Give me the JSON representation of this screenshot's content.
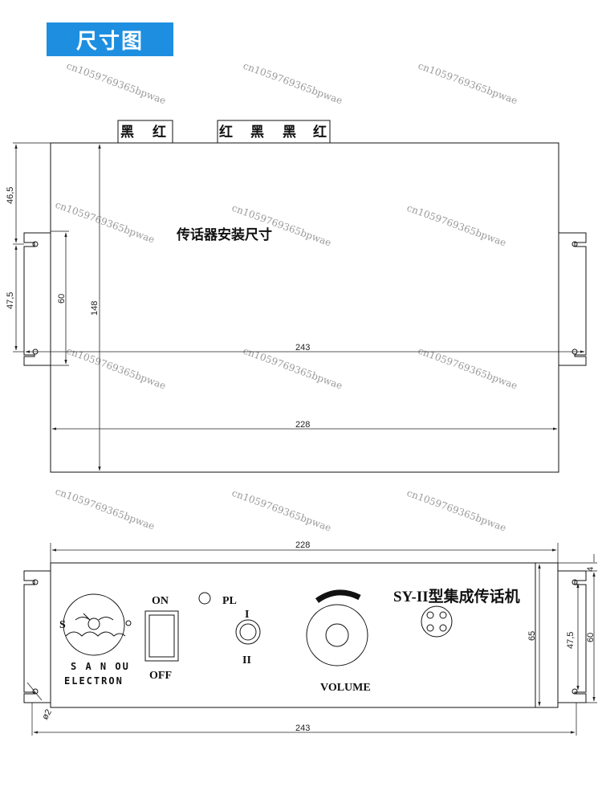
{
  "header": {
    "title": "尺寸图"
  },
  "watermark": "cn1059769365bpwae",
  "top_view": {
    "connectors_left": [
      "黑",
      "红"
    ],
    "connectors_right": [
      "红",
      "黑",
      "黑",
      "红"
    ],
    "label": "传话器安装尺寸",
    "dims": {
      "top_offset": "46,5",
      "slot_spacing": "47,5",
      "inner_height": "60",
      "height": "148",
      "overall_width": "243",
      "body_width": "228"
    }
  },
  "front_view": {
    "dims": {
      "body_width": "228",
      "overall_width": "243",
      "height": "65",
      "slot_spacing": "47,5",
      "mount_height": "60",
      "top_margin": "4",
      "hole": "ø2"
    },
    "switch_on": "ON",
    "switch_off": "OFF",
    "pilot_lamp": "PL",
    "channel_1": "I",
    "channel_2": "II",
    "volume": "VOLUME",
    "model": "SY-II型集成传话机",
    "brand_line1": "S A N  OU",
    "brand_line2": "ELECTRON",
    "logo_letter": "S"
  }
}
